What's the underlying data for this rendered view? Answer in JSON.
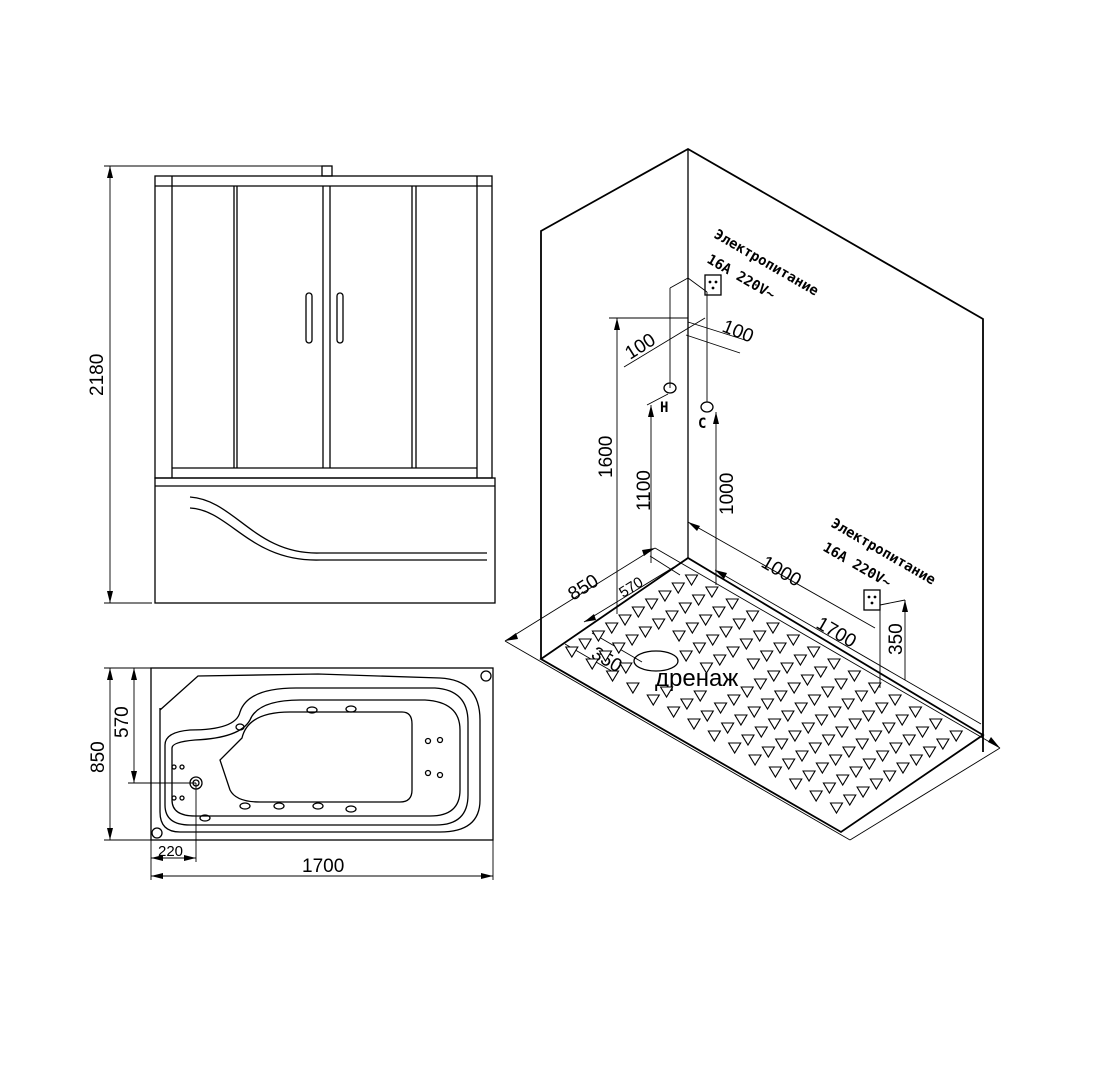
{
  "front_view": {
    "height_label": "2180"
  },
  "top_view": {
    "depth_label": "850",
    "outlet_offset_label": "570",
    "drain_offset_label": "220",
    "length_label": "1700"
  },
  "install_view": {
    "power_top": {
      "line1": "Электропитание",
      "line2": "16A 220V~"
    },
    "power_bottom": {
      "line1": "Электропитание",
      "line2": "16A 220V~"
    },
    "dim_100_left": "100",
    "dim_100_right": "100",
    "hot_label": "H",
    "cold_label": "C",
    "dim_1600": "1600",
    "dim_1100": "1100",
    "dim_1000_vertical": "1000",
    "dim_850": "850",
    "dim_570": "570",
    "dim_1000_wall": "1000",
    "dim_1700": "1700",
    "dim_350_side": "350",
    "dim_350_socket": "350",
    "drain_label": "дренаж"
  }
}
